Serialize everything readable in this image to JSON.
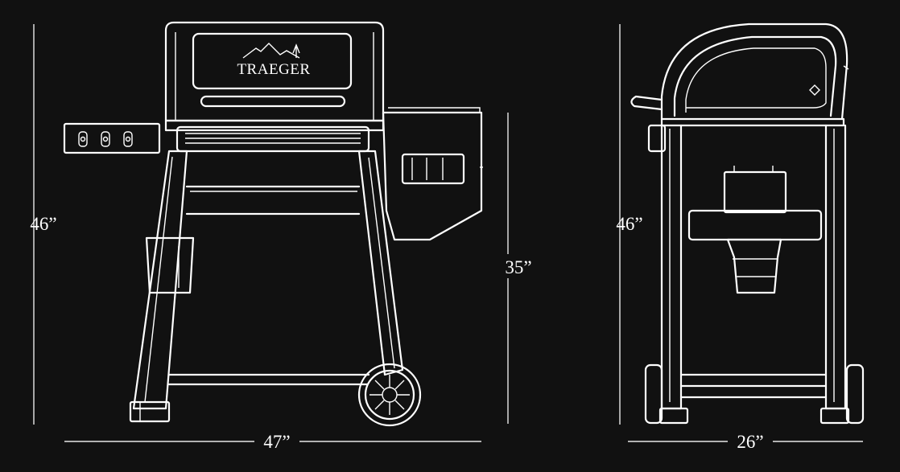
{
  "brand": {
    "logo_text": "TRAEGER"
  },
  "dimensions": {
    "front_height": "46”",
    "front_width": "47”",
    "hopper_height": "35”",
    "side_height": "46”",
    "side_depth": "26”"
  },
  "colors": {
    "background": "#111111",
    "line": "#ffffff"
  }
}
